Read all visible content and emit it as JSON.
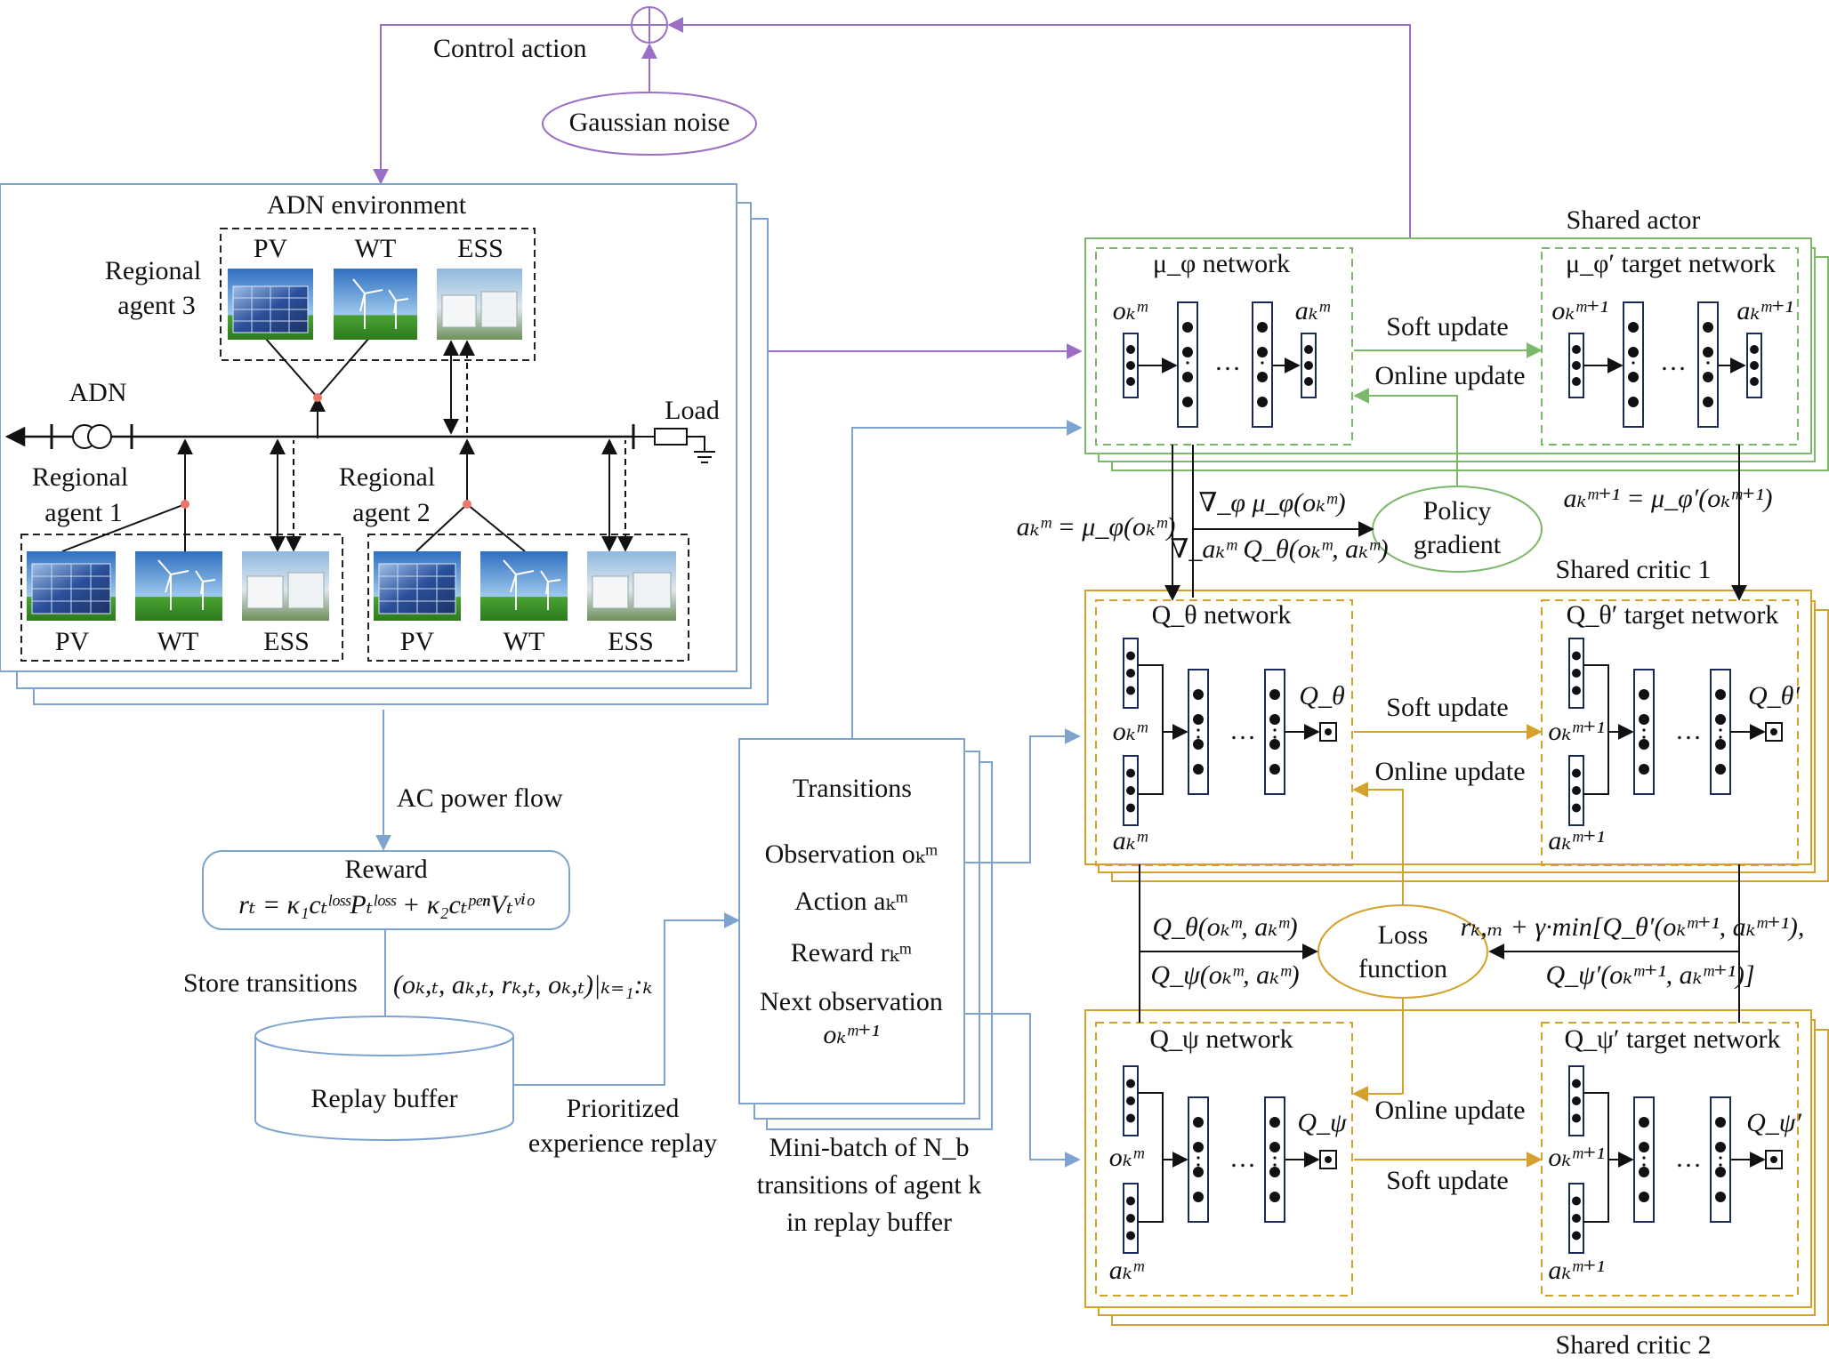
{
  "top": {
    "control_action": "Control action",
    "gaussian_noise": "Gaussian noise"
  },
  "environment": {
    "title": "ADN environment",
    "adn": "ADN",
    "load": "Load",
    "agent3": [
      "Regional",
      "agent 3"
    ],
    "agent1": [
      "Regional",
      "agent 1"
    ],
    "agent2": [
      "Regional",
      "agent 2"
    ],
    "devices": {
      "pv": "PV",
      "wt": "WT",
      "ess": "ESS"
    }
  },
  "flow": {
    "ac_power_flow": "AC power flow",
    "reward_title": "Reward",
    "reward_formula": "rₜ = κ₁cₜˡᵒˢˢPₜˡᵒˢˢ + κ₂cₜᵖᵉⁿVₜᵛⁱᵒ",
    "store_transitions": "Store transitions",
    "tuple": "(oₖ,ₜ, aₖ,ₜ, rₖ,ₜ, oₖ,ₜ)|ₖ₌₁:ₖ",
    "replay_buffer": "Replay buffer",
    "per": [
      "Prioritized",
      "experience replay"
    ]
  },
  "transitions": {
    "title": "Transitions",
    "items": [
      "Observation oₖᵐ",
      "Action aₖᵐ",
      "Reward rₖᵐ",
      "Next observation"
    ],
    "next_obs_value": "oₖᵐ⁺¹",
    "caption": [
      "Mini-batch of N_b",
      "transitions of agent k",
      "in replay buffer"
    ]
  },
  "actor": {
    "title": "Shared actor",
    "net": "μ_φ network",
    "target": "μ_φ′ target network",
    "in": "oₖᵐ",
    "out": "aₖᵐ",
    "tin": "oₖᵐ⁺¹",
    "tout": "aₖᵐ⁺¹",
    "soft": "Soft update",
    "online": "Online update"
  },
  "policy": {
    "label": [
      "Policy",
      "gradient"
    ],
    "grad1": "∇_φ μ_φ(oₖᵐ)",
    "grad2": "∇_aₖᵐ Q_θ(oₖᵐ, aₖᵐ)",
    "action_eq": "aₖᵐ = μ_φ(oₖᵐ)",
    "target_eq": "aₖᵐ⁺¹ = μ_φ′(oₖᵐ⁺¹)"
  },
  "critic1": {
    "title": "Shared critic 1",
    "net": "Q_θ network",
    "target": "Q_θ′ target network",
    "in_o": "oₖᵐ",
    "in_a": "aₖᵐ",
    "tin_o": "oₖᵐ⁺¹",
    "tin_a": "aₖᵐ⁺¹",
    "out": "Q_θ",
    "tout": "Q_θ′",
    "soft": "Soft update",
    "online": "Online update"
  },
  "loss": {
    "label": [
      "Loss",
      "function"
    ],
    "q1": "Q_θ(oₖᵐ, aₖᵐ)",
    "q2": "Q_ψ(oₖᵐ, aₖᵐ)",
    "target1": "rₖ,ₘ + γ·min[Q_θ′(oₖᵐ⁺¹, aₖᵐ⁺¹),",
    "target2": "Q_ψ′(oₖᵐ⁺¹, aₖᵐ⁺¹)]"
  },
  "critic2": {
    "title": "Shared critic 2",
    "net": "Q_ψ network",
    "target": "Q_ψ′ target network",
    "in_o": "oₖᵐ",
    "in_a": "aₖᵐ",
    "tin_o": "oₖᵐ⁺¹",
    "tin_a": "aₖᵐ⁺¹",
    "out": "Q_ψ",
    "tout": "Q_ψ′",
    "soft": "Soft update",
    "online": "Online update"
  },
  "colors": {
    "purple": "#9b6fc5",
    "blue": "#7fa3cf",
    "green": "#7cb96a",
    "gold": "#d4a12a",
    "black": "#111111"
  }
}
